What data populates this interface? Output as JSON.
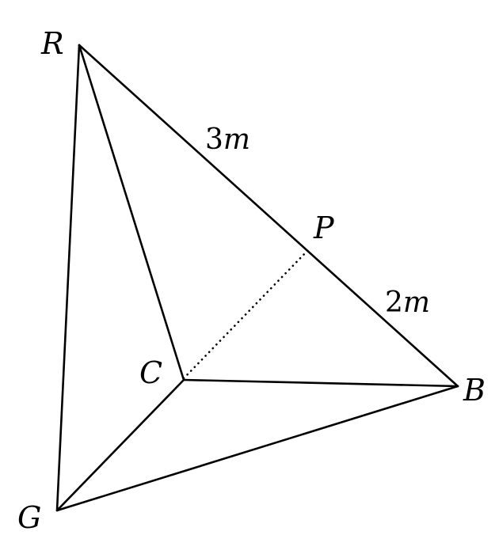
{
  "figure": {
    "vertices": {
      "R": "R",
      "C": "C",
      "B": "B",
      "G": "G",
      "P": "P"
    },
    "lengths": {
      "RP": {
        "number": "3",
        "unit": "m"
      },
      "PB": {
        "number": "2",
        "unit": "m"
      }
    },
    "style": {
      "line_color": "#000000",
      "background": "#ffffff"
    }
  }
}
